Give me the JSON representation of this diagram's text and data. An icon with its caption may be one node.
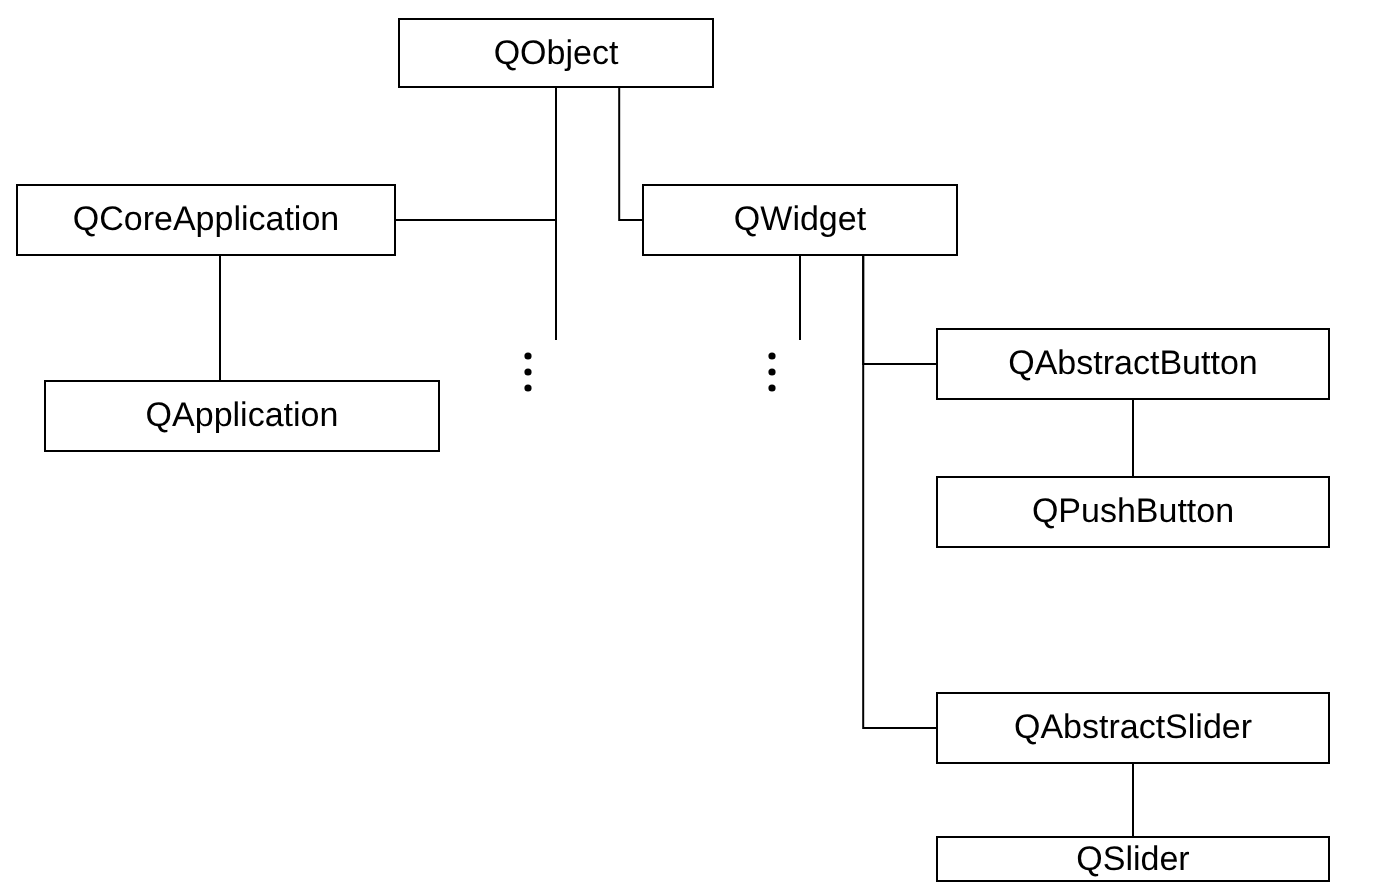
{
  "diagram": {
    "nodes": [
      {
        "text": [
          "QObject"
        ]
      },
      {
        "text": [
          "QCoreApplication"
        ]
      },
      {
        "text": [
          "QWidget"
        ]
      },
      {
        "text": [
          "QApplication"
        ]
      },
      {
        "text": [
          "QAbstractButton"
        ]
      },
      {
        "text": [
          "QPushButton"
        ]
      },
      {
        "text": [
          "QAbstractSlider"
        ]
      },
      {
        "text": [
          "QSlider"
        ]
      }
    ],
    "edges": [
      {
        "from": 0,
        "to": 1,
        "arrow": "none"
      },
      {
        "from": 0,
        "to": 2,
        "arrow": "none"
      },
      {
        "from": 0,
        "to": null,
        "arrow": "none"
      },
      {
        "from": 1,
        "to": 3,
        "arrow": "none"
      },
      {
        "from": 2,
        "to": 4,
        "arrow": "none"
      },
      {
        "from": 2,
        "to": 6,
        "arrow": "none"
      },
      {
        "from": 2,
        "to": null,
        "arrow": "none"
      },
      {
        "from": 4,
        "to": 5,
        "arrow": "none"
      },
      {
        "from": 6,
        "to": 7,
        "arrow": "none"
      }
    ]
  }
}
